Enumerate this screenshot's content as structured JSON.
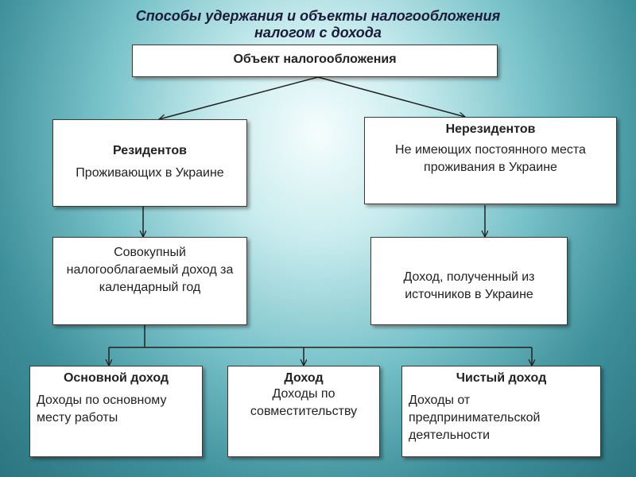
{
  "title": {
    "line1": "Способы удержания и объекты налогообложения",
    "line2": "налогом с дохода"
  },
  "object_box": {
    "label": "Объект налогообложения"
  },
  "residents": {
    "head": "Резидентов",
    "body": "Проживающих в Украине"
  },
  "nonresidents": {
    "head": "Нерезидентов",
    "body": "Не имеющих постоянного места проживания в Украине"
  },
  "resident_income": {
    "body": "Совокупный налогооблагаемый доход за календарный год"
  },
  "nonresident_income": {
    "body": "Доход, полученный из источников в Украине"
  },
  "income_types": [
    {
      "head": "Основной доход",
      "body": "Доходы по основному месту работы"
    },
    {
      "head": "Доход",
      "body": "Доходы по совместительству"
    },
    {
      "head": "Чистый доход",
      "body": "Доходы от предпринимательской деятельности"
    }
  ]
}
